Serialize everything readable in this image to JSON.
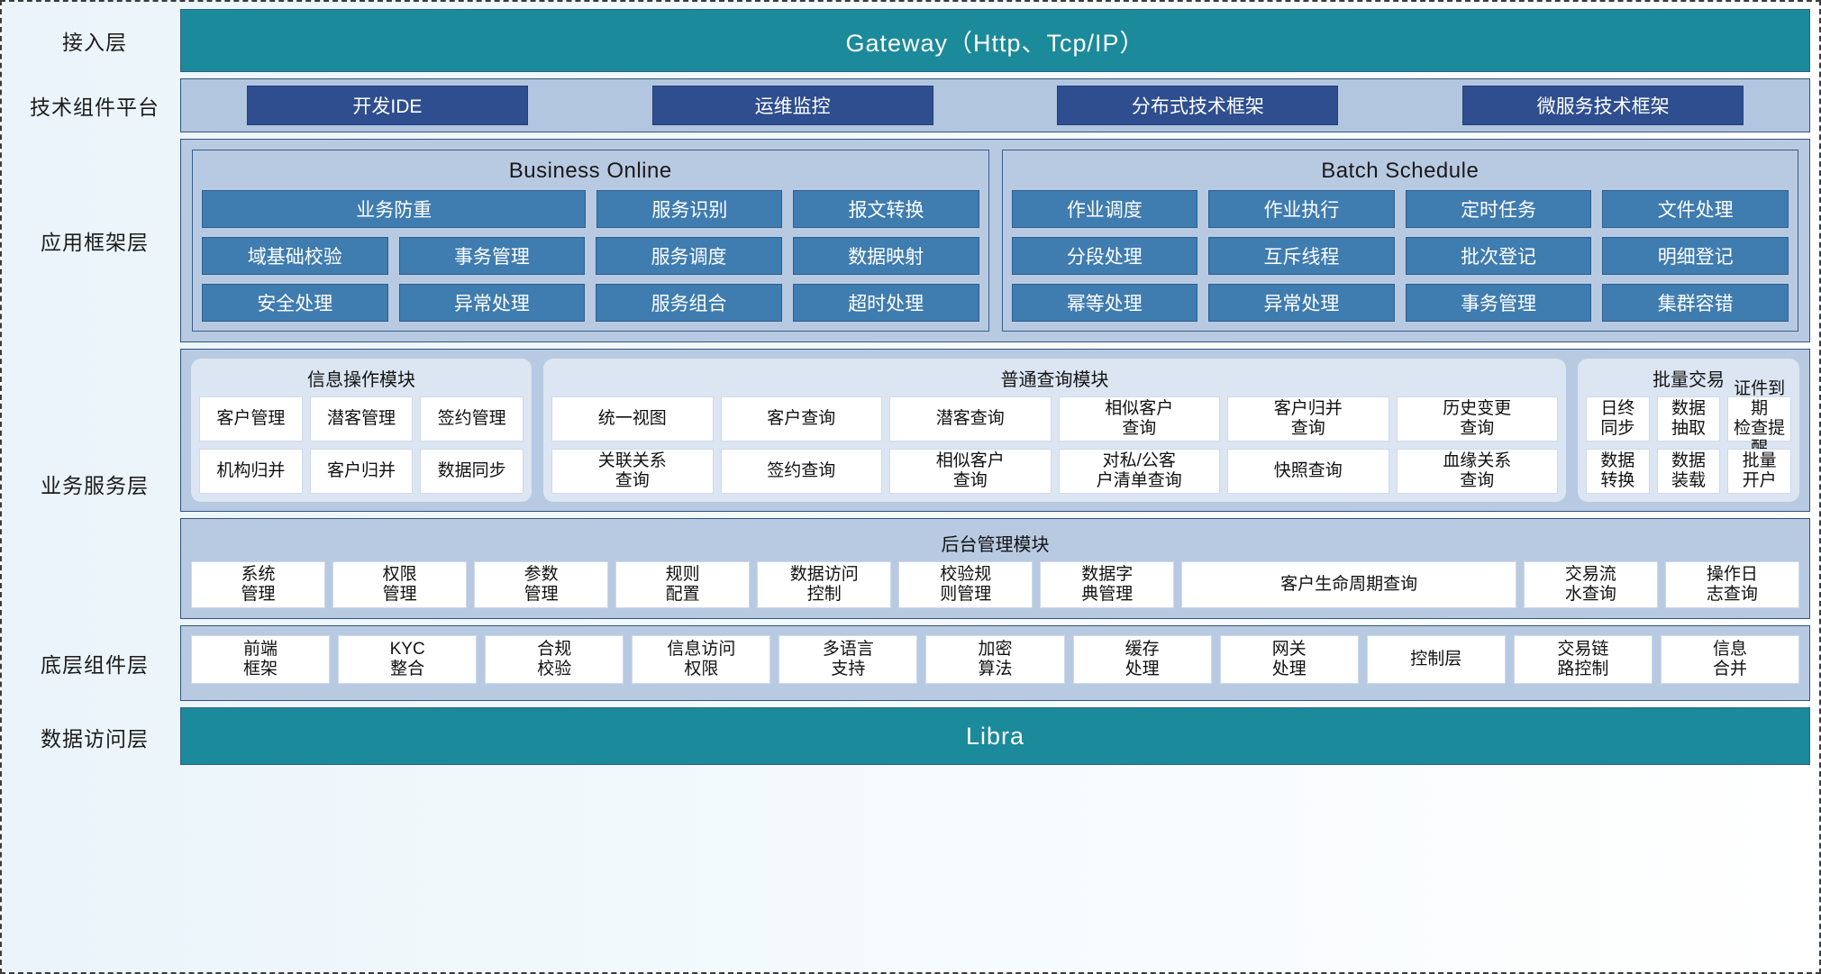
{
  "layers": [
    {
      "label": "接入层"
    },
    {
      "label": "技术组件平台"
    },
    {
      "label": "应用框架层"
    },
    {
      "label": "业务服务层"
    },
    {
      "label": "底层组件层"
    },
    {
      "label": "数据访问层"
    }
  ],
  "access_layer": {
    "title": "Gateway（Http、Tcp/IP）"
  },
  "tech_platform": {
    "chips": [
      "开发IDE",
      "运维监控",
      "分布式技术框架",
      "微服务技术框架"
    ]
  },
  "app_framework": {
    "groups": [
      {
        "title": "Business Online",
        "rows": [
          [
            "业务防重",
            "服务识别",
            "报文转换"
          ],
          [
            "域基础校验",
            "事务管理",
            "服务调度",
            "数据映射"
          ],
          [
            "安全处理",
            "异常处理",
            "服务组合",
            "超时处理"
          ]
        ]
      },
      {
        "title": "Batch Schedule",
        "rows": [
          [
            "作业调度",
            "作业执行",
            "定时任务",
            "文件处理"
          ],
          [
            "分段处理",
            "互斥线程",
            "批次登记",
            "明细登记"
          ],
          [
            "幂等处理",
            "异常处理",
            "事务管理",
            "集群容错"
          ]
        ]
      }
    ]
  },
  "business_service": {
    "modules": [
      {
        "title": "信息操作模块",
        "rows": [
          [
            "客户管理",
            "潜客管理",
            "签约管理"
          ],
          [
            "机构归并",
            "客户归并",
            "数据同步"
          ]
        ]
      },
      {
        "title": "普通查询模块",
        "rows": [
          [
            "统一视图",
            "客户查询",
            "潜客查询",
            "相似客户\n查询",
            "客户归并\n查询",
            "历史变更\n查询"
          ],
          [
            "关联关系\n查询",
            "签约查询",
            "相似客户\n查询",
            "对私/公客\n户清单查询",
            "快照查询",
            "血缘关系\n查询"
          ]
        ]
      },
      {
        "title": "批量交易",
        "rows": [
          [
            "日终\n同步",
            "数据\n抽取",
            "证件到期\n检查提醒"
          ],
          [
            "数据\n转换",
            "数据\n装载",
            "批量\n开户"
          ]
        ]
      }
    ],
    "admin_module": {
      "title": "后台管理模块",
      "cells": [
        {
          "label": "系统\n管理",
          "wide": false
        },
        {
          "label": "权限\n管理",
          "wide": false
        },
        {
          "label": "参数\n管理",
          "wide": false
        },
        {
          "label": "规则\n配置",
          "wide": false
        },
        {
          "label": "数据访问\n控制",
          "wide": false
        },
        {
          "label": "校验规\n则管理",
          "wide": false
        },
        {
          "label": "数据字\n典管理",
          "wide": false
        },
        {
          "label": "客户生命周期查询",
          "wide": true
        },
        {
          "label": "交易流\n水查询",
          "wide": false
        },
        {
          "label": "操作日\n志查询",
          "wide": false
        }
      ]
    }
  },
  "base_components": {
    "cells": [
      "前端\n框架",
      "KYC\n整合",
      "合规\n校验",
      "信息访问\n权限",
      "多语言\n支持",
      "加密\n算法",
      "缓存\n处理",
      "网关\n处理",
      "控制层",
      "交易链\n路控制",
      "信息\n合并"
    ]
  },
  "data_access_layer": {
    "title": "Libra"
  }
}
